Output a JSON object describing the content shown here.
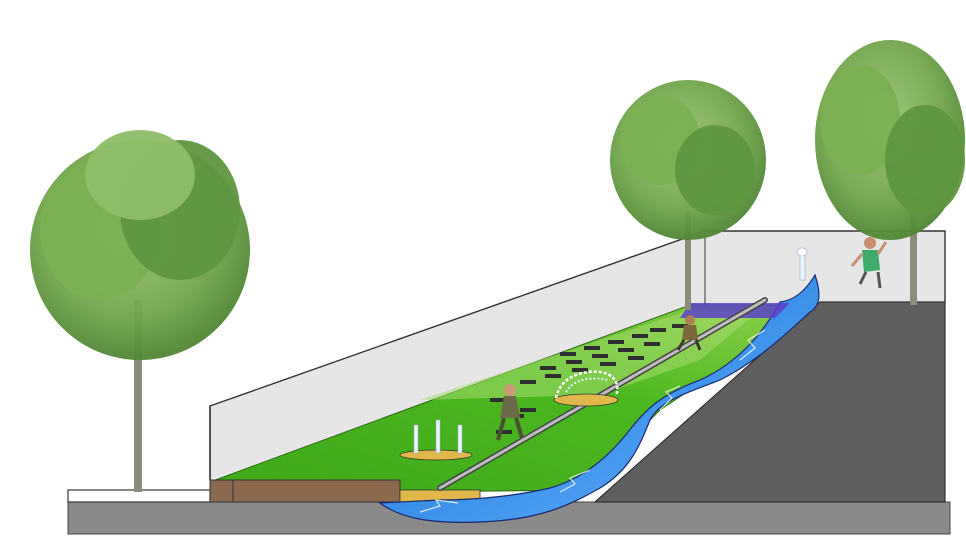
{
  "illustration": {
    "kind": "landscape section drawing",
    "text_labels": []
  },
  "colors": {
    "background": "#ffffff",
    "grass": "#4cb81f",
    "grass_light": "#a8dc6e",
    "water_blue": "#3a8fe8",
    "water_purple": "#5b3fc8",
    "concrete_dark": "#5e5e5e",
    "ground_strip": "#8a8a8a",
    "glass_wall": "#e6e6e6",
    "wall_outline": "#333333",
    "soil_brown": "#8b6a50",
    "sand_yellow": "#e0b84a",
    "tree_foliage": "#6ea34a",
    "tree_trunk": "#8c8c7c"
  },
  "elements": {
    "trees": [
      "tree-left",
      "tree-middle",
      "tree-right"
    ],
    "people": [
      "person-on-slope",
      "person-climbing",
      "person-jumping"
    ],
    "water_features": [
      "fountain-jets-left",
      "fountain-jet-top",
      "spray-ring",
      "stream-channel"
    ],
    "structures": [
      "glass-railing-wall",
      "slide-rail",
      "concrete-embankment",
      "retaining-block",
      "ground-base"
    ]
  }
}
